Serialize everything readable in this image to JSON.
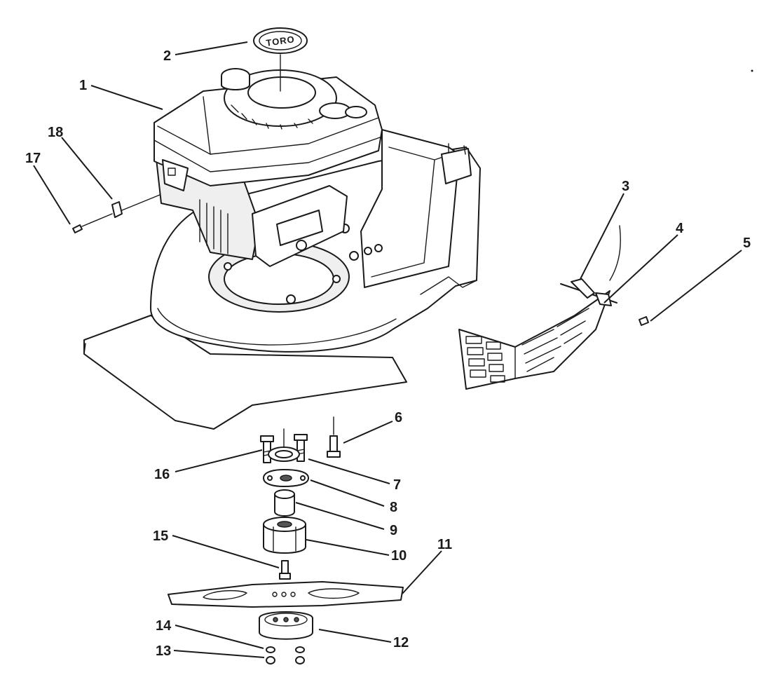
{
  "logo_text": "TORO",
  "callouts": [
    {
      "id": "c1",
      "label": "1"
    },
    {
      "id": "c2",
      "label": "2"
    },
    {
      "id": "c3",
      "label": "3"
    },
    {
      "id": "c4",
      "label": "4"
    },
    {
      "id": "c5",
      "label": "5"
    },
    {
      "id": "c6",
      "label": "6"
    },
    {
      "id": "c7",
      "label": "7"
    },
    {
      "id": "c8",
      "label": "8"
    },
    {
      "id": "c9",
      "label": "9"
    },
    {
      "id": "c10",
      "label": "10"
    },
    {
      "id": "c11",
      "label": "11"
    },
    {
      "id": "c12",
      "label": "12"
    },
    {
      "id": "c13",
      "label": "13"
    },
    {
      "id": "c14",
      "label": "14"
    },
    {
      "id": "c15",
      "label": "15"
    },
    {
      "id": "c16",
      "label": "16"
    },
    {
      "id": "c17",
      "label": "17"
    },
    {
      "id": "c18",
      "label": "18"
    }
  ],
  "colors": {
    "line": "#1a1a1a",
    "background": "#ffffff"
  }
}
